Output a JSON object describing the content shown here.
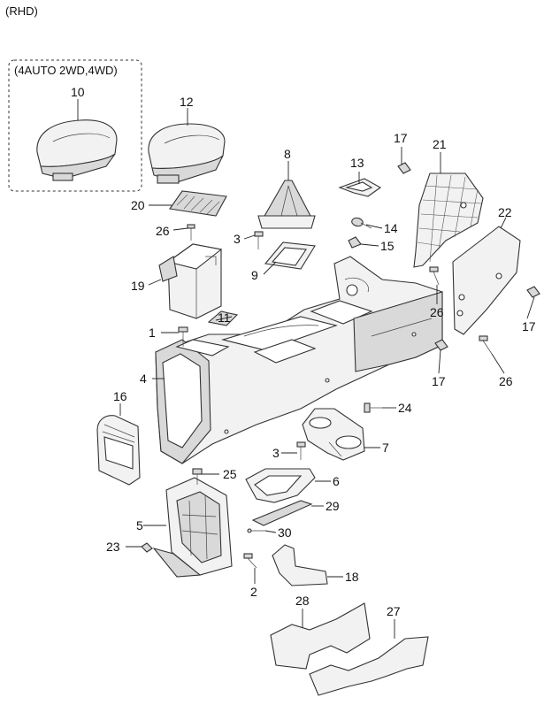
{
  "diagram": {
    "header": "(RHD)",
    "option_box_label": "(4AUTO 2WD,4WD)",
    "callouts": {
      "c10": "10",
      "c12": "12",
      "c20": "20",
      "c26a": "26",
      "c3a": "3",
      "c8": "8",
      "c13": "13",
      "c17a": "17",
      "c21": "21",
      "c22": "22",
      "c14": "14",
      "c15": "15",
      "c9": "9",
      "c19": "19",
      "c26b": "26",
      "c17b": "17",
      "c11": "11",
      "c1": "1",
      "c17c": "17",
      "c26c": "26",
      "c4": "4",
      "c24": "24",
      "c16": "16",
      "c3b": "3",
      "c7": "7",
      "c25": "25",
      "c6": "6",
      "c5": "5",
      "c29": "29",
      "c30": "30",
      "c23": "23",
      "c2": "2",
      "c18": "18",
      "c28": "28",
      "c27": "27"
    }
  }
}
